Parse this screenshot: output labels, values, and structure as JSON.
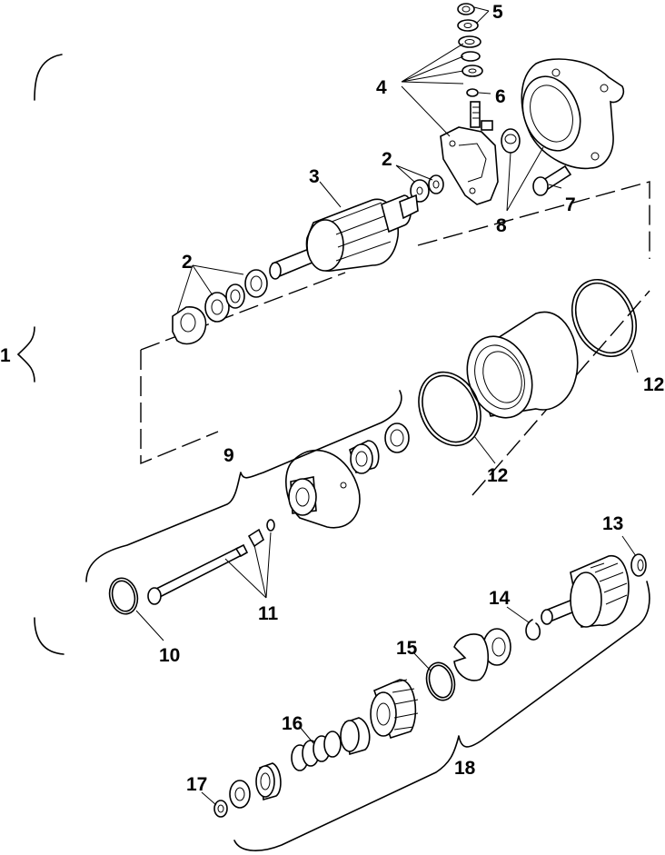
{
  "callouts": [
    {
      "id": "1",
      "text": "1"
    },
    {
      "id": "2a",
      "text": "2"
    },
    {
      "id": "2b",
      "text": "2"
    },
    {
      "id": "3",
      "text": "3"
    },
    {
      "id": "4",
      "text": "4"
    },
    {
      "id": "5",
      "text": "5"
    },
    {
      "id": "6",
      "text": "6"
    },
    {
      "id": "7",
      "text": "7"
    },
    {
      "id": "8",
      "text": "8"
    },
    {
      "id": "9",
      "text": "9"
    },
    {
      "id": "10",
      "text": "10"
    },
    {
      "id": "11",
      "text": "11"
    },
    {
      "id": "12a",
      "text": "12"
    },
    {
      "id": "12b",
      "text": "12"
    },
    {
      "id": "13",
      "text": "13"
    },
    {
      "id": "14",
      "text": "14"
    },
    {
      "id": "15",
      "text": "15"
    },
    {
      "id": "16",
      "text": "16"
    },
    {
      "id": "17",
      "text": "17"
    },
    {
      "id": "18",
      "text": "18"
    }
  ],
  "colors": {
    "line": "#000000",
    "background": "#ffffff"
  }
}
